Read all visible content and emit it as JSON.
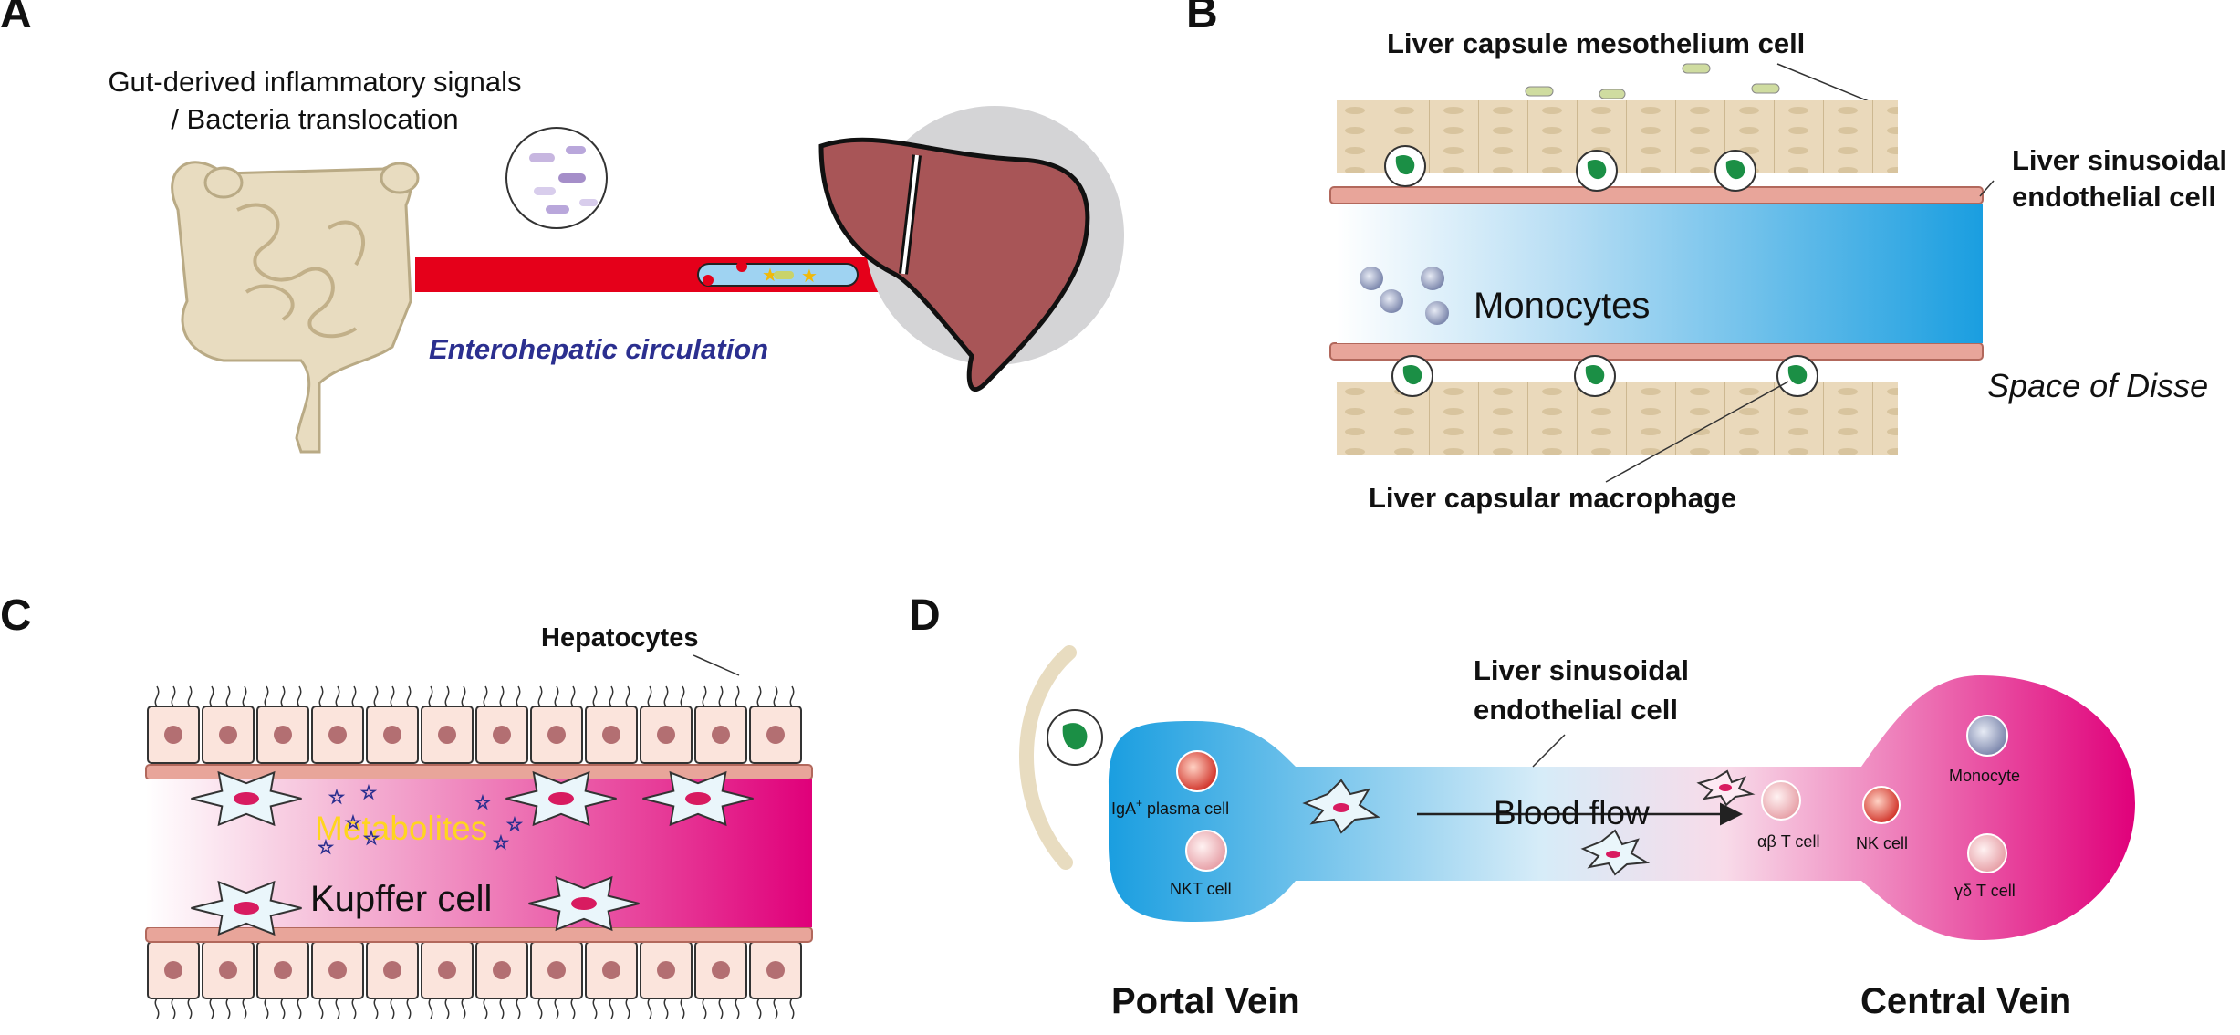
{
  "panels": {
    "a": {
      "letter": "A",
      "signals_line1": "Gut-derived inflammatory signals",
      "signals_line2": "/ Bacteria translocation",
      "circulation": "Enterohepatic circulation"
    },
    "b": {
      "letter": "B",
      "mesothelium": "Liver capsule mesothelium cell",
      "lsec_line1": "Liver sinusoidal",
      "lsec_line2": "endothelial cell",
      "monocytes": "Monocytes",
      "disse": "Space of Disse",
      "capsular_macrophage": "Liver capsular macrophage"
    },
    "c": {
      "letter": "C",
      "hepatocytes": "Hepatocytes",
      "metabolites": "Metabolites",
      "kupffer": "Kupffer cell"
    },
    "d": {
      "letter": "D",
      "lsec_line1": "Liver sinusoidal",
      "lsec_line2": "endothelial cell",
      "iga_prefix": "IgA",
      "iga_sup": "+",
      "iga_suffix": " plasma cell",
      "nkt": "NKT cell",
      "blood_flow": "Blood flow",
      "ab_t": "αβ T cell",
      "nk": "NK cell",
      "monocyte": "Monocyte",
      "gd_t": "γδ T cell",
      "portal": "Portal Vein",
      "central": "Central Vein"
    }
  },
  "colors": {
    "vessel_red": "#e5001a",
    "liver": "#a85557",
    "tissue": "#e8dcc0",
    "endothelium": "#e8a59a",
    "blue": "#1a9ee0",
    "magenta": "#e0007a",
    "macrophage_green": "#1b8f45",
    "metabolite_yellow": "#ffd51f"
  }
}
